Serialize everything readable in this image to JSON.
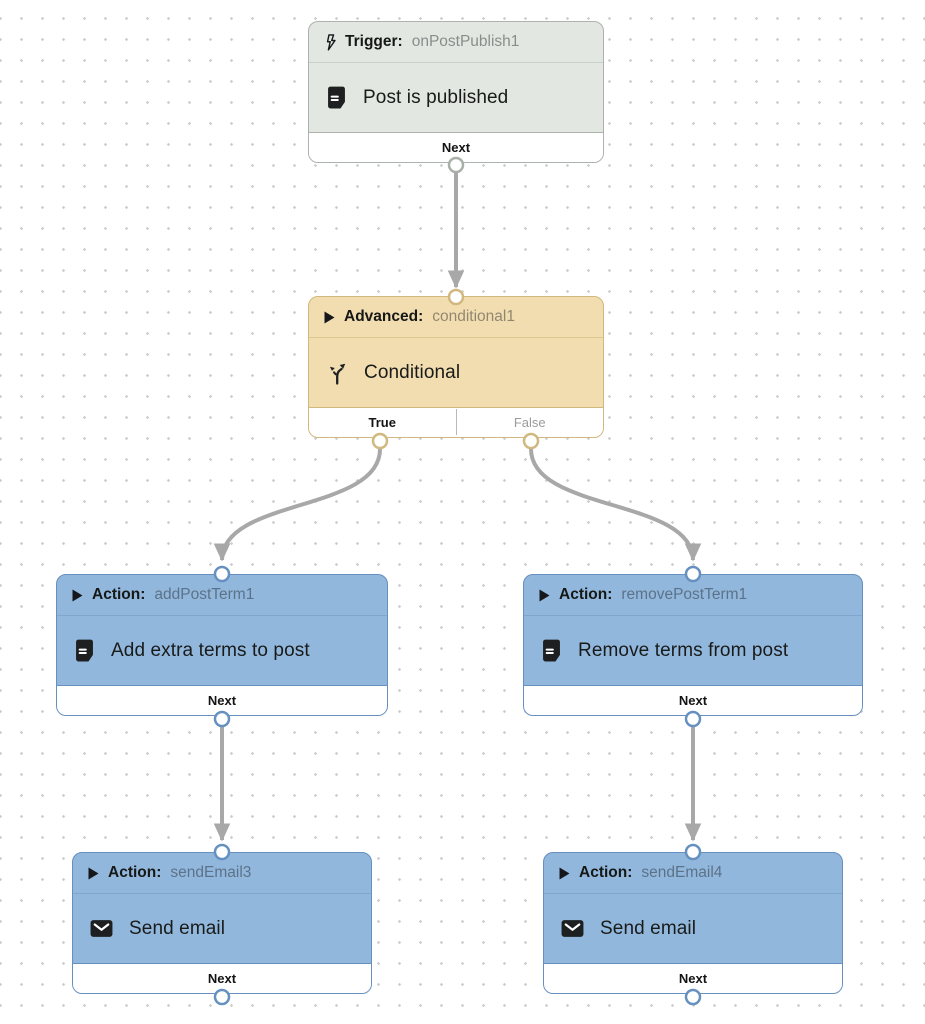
{
  "canvas": {
    "background": "#ffffff",
    "dot_color": "#cfcfcf",
    "edge_color": "#a8a8a8"
  },
  "nodes": {
    "trigger": {
      "kind": "Trigger:",
      "name": "onPostPublish1",
      "title": "Post is published",
      "header_icon": "lightning-icon",
      "title_icon": "document-icon",
      "ports": {
        "next": "Next"
      },
      "colors": {
        "fill": "#e3e7e2",
        "border": "#acb2ac"
      }
    },
    "conditional": {
      "kind": "Advanced:",
      "name": "conditional1",
      "title": "Conditional",
      "header_icon": "play-icon",
      "title_icon": "branch-icon",
      "ports": {
        "true": "True",
        "false": "False"
      },
      "colors": {
        "fill": "#f2ddb1",
        "border": "#d0b87e"
      }
    },
    "action_add": {
      "kind": "Action:",
      "name": "addPostTerm1",
      "title": "Add extra terms to post",
      "header_icon": "play-icon",
      "title_icon": "document-icon",
      "ports": {
        "next": "Next"
      },
      "colors": {
        "fill": "#92b7dd",
        "border": "#6590bf"
      }
    },
    "action_remove": {
      "kind": "Action:",
      "name": "removePostTerm1",
      "title": "Remove terms from post",
      "header_icon": "play-icon",
      "title_icon": "document-icon",
      "ports": {
        "next": "Next"
      },
      "colors": {
        "fill": "#92b7dd",
        "border": "#6590bf"
      }
    },
    "email_left": {
      "kind": "Action:",
      "name": "sendEmail3",
      "title": "Send email",
      "header_icon": "play-icon",
      "title_icon": "mail-icon",
      "ports": {
        "next": "Next"
      },
      "colors": {
        "fill": "#92b7dd",
        "border": "#6590bf"
      }
    },
    "email_right": {
      "kind": "Action:",
      "name": "sendEmail4",
      "title": "Send email",
      "header_icon": "play-icon",
      "title_icon": "mail-icon",
      "ports": {
        "next": "Next"
      },
      "colors": {
        "fill": "#92b7dd",
        "border": "#6590bf"
      }
    }
  },
  "edges": [
    {
      "from": "trigger.next",
      "to": "conditional.in"
    },
    {
      "from": "conditional.true",
      "to": "action_add.in"
    },
    {
      "from": "conditional.false",
      "to": "action_remove.in"
    },
    {
      "from": "action_add.next",
      "to": "email_left.in"
    },
    {
      "from": "action_remove.next",
      "to": "email_right.in"
    }
  ]
}
